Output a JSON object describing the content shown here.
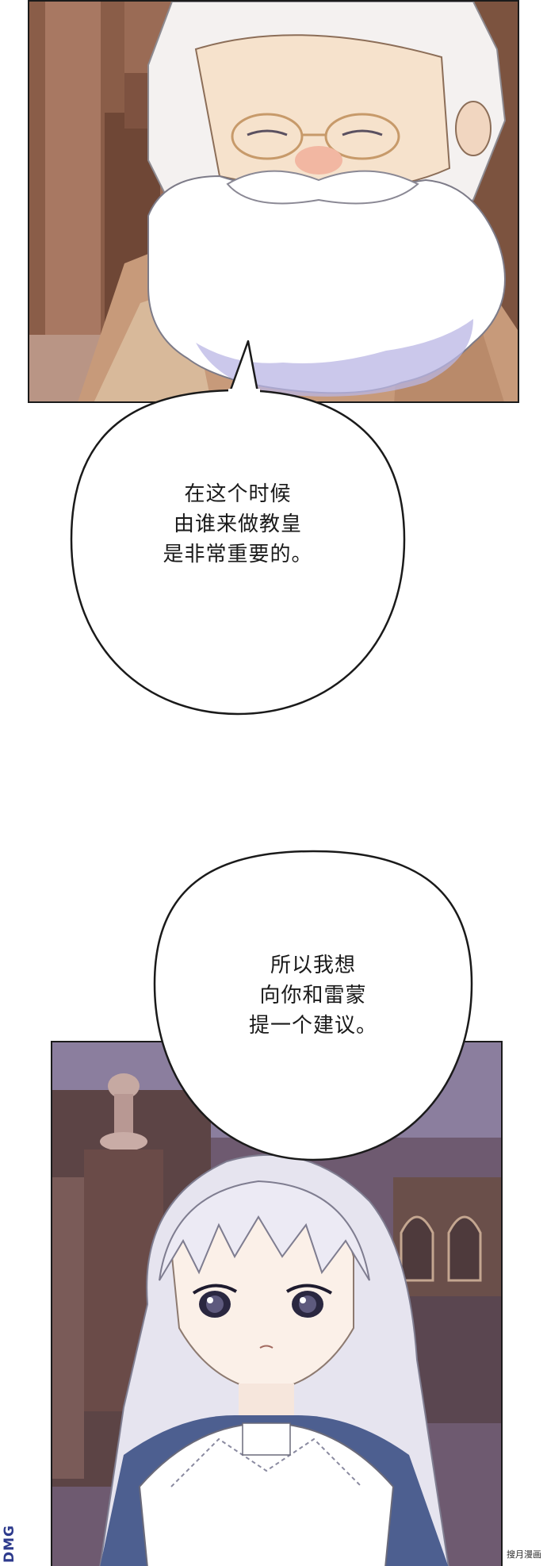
{
  "bubble_1": {
    "lines": [
      "在这个时候",
      "由谁来做教皇",
      "是非常重要的。"
    ]
  },
  "bubble_2": {
    "lines": [
      "所以我想",
      "向你和雷蒙",
      "提一个建议。"
    ]
  },
  "watermark": {
    "left": "DMG",
    "right": "搜月漫画"
  },
  "colors": {
    "panel_border": "#1b1b1b",
    "wood": "#8a5f4a",
    "beard": "#ffffff",
    "hair": "#e9e9f1",
    "robe_blue": "#4d5f90"
  }
}
